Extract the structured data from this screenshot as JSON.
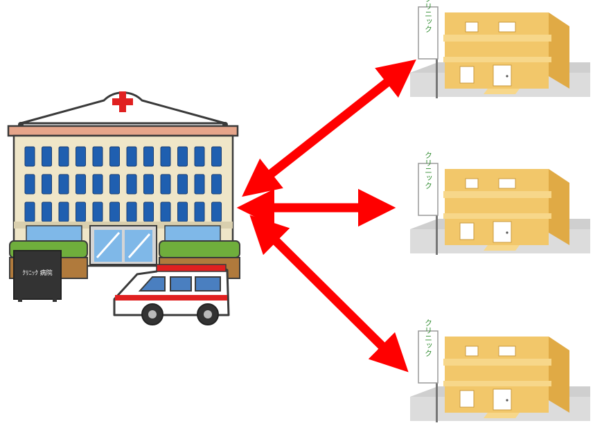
{
  "hospital": {
    "icon": "hospital-building-icon",
    "cross_color": "#e02020",
    "wall_color": "#efe6c8",
    "window_color": "#1f5fb0",
    "sign_text": "ｸﾘﾆｯｸ 病院"
  },
  "ambulance": {
    "icon": "ambulance-icon",
    "body_color": "#ffffff",
    "stripe_color": "#e02020"
  },
  "clinics": [
    {
      "icon": "clinic-building-icon",
      "sign_text": "クリニック"
    },
    {
      "icon": "clinic-building-icon",
      "sign_text": "クリニック"
    },
    {
      "icon": "clinic-building-icon",
      "sign_text": "クリニック"
    }
  ],
  "arrows": {
    "color": "#ff0000",
    "style": "double-headed",
    "count": 3
  },
  "colors": {
    "clinic_wall": "#f2c76a",
    "clinic_shade": "#e0aa45",
    "ground": "#dcdcdc",
    "sign_text": "#2e8b2e"
  }
}
